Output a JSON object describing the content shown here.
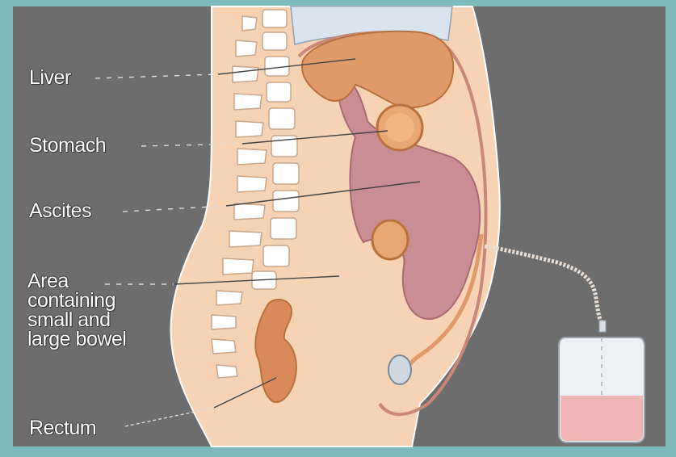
{
  "labels": {
    "liver": "Liver",
    "stomach": "Stomach",
    "ascites": "Ascites",
    "bowel": "Area\ncontaining\nsmall and\nlarge bowel",
    "rectum": "Rectum"
  },
  "colors": {
    "frame": "#7fb8bd",
    "background": "#6d6d6d",
    "skin": "#f6d3b4",
    "organ": "#e09a6a",
    "ascites_fluid": "#c98e94",
    "bone": "#ffffff",
    "fluid_in_bag": "#f0b5b5"
  }
}
